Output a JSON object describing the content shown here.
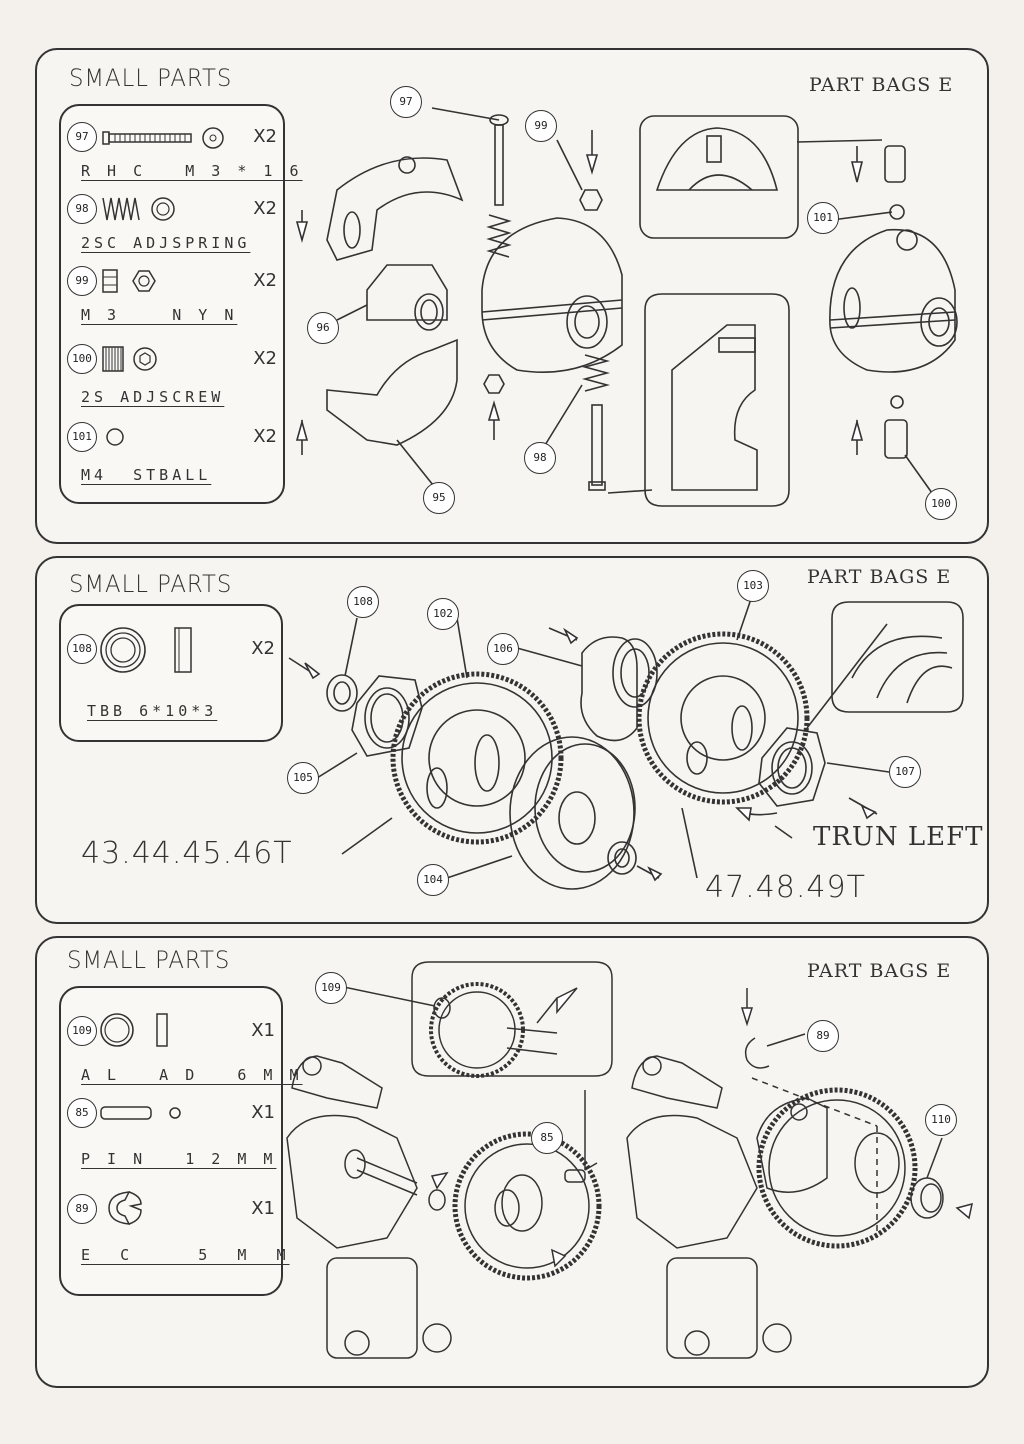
{
  "panels": [
    {
      "title": "SMALL PARTS",
      "bag": "PART BAGS E",
      "parts": [
        {
          "num": "97",
          "qty": "X2",
          "name": "R H C   M 3 * 1 6"
        },
        {
          "num": "98",
          "qty": "X2",
          "name": "2SC ADJSPRING"
        },
        {
          "num": "99",
          "qty": "X2",
          "name": "M 3    N Y N"
        },
        {
          "num": "100",
          "qty": "X2",
          "name": "2S ADJSCREW"
        },
        {
          "num": "101",
          "qty": "X2",
          "name": "M4  STBALL"
        }
      ],
      "callouts": [
        "97",
        "99",
        "101",
        "96",
        "98",
        "95",
        "100"
      ]
    },
    {
      "title": "SMALL PARTS",
      "bag": "PART BAGS E",
      "parts": [
        {
          "num": "108",
          "qty": "X2",
          "name": "TBB 6*10*3"
        }
      ],
      "callouts": [
        "108",
        "102",
        "106",
        "103",
        "105",
        "107",
        "104"
      ],
      "labels": {
        "left_gear": "43.44.45.46T",
        "right_gear": "47.48.49T",
        "turn": "TRUN LEFT"
      }
    },
    {
      "title": "SMALL PARTS",
      "bag": "PART BAGS E",
      "parts": [
        {
          "num": "109",
          "qty": "X1",
          "name": "A L   A D   6 M M"
        },
        {
          "num": "85",
          "qty": "X1",
          "name": "P I N   1 2 M M"
        },
        {
          "num": "89",
          "qty": "X1",
          "name": "E  C     5  M  M"
        }
      ],
      "callouts": [
        "109",
        "85",
        "89",
        "110"
      ]
    }
  ]
}
